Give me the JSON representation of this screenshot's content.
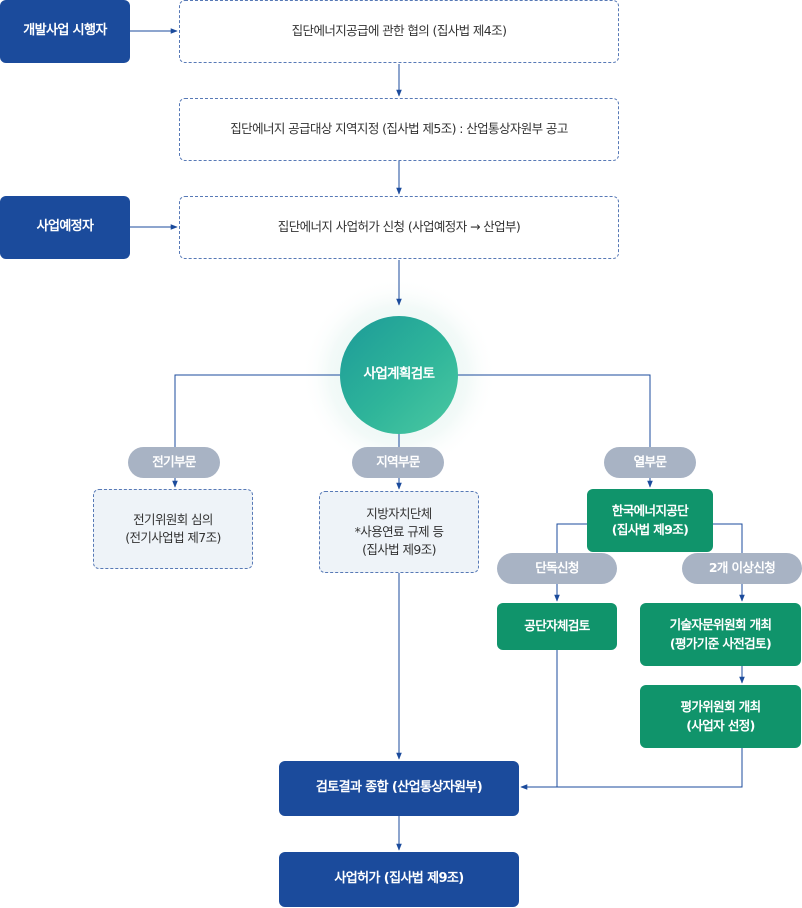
{
  "actors": {
    "developer": "개발사업 시행자",
    "applicant": "사업예정자"
  },
  "steps": {
    "consultation": "집단에너지공급에 관한 협의 (집사법 제4조)",
    "designation": "집단에너지 공급대상 지역지정 (집사법 제5조) : 산업통상자원부 공고",
    "application": "집단에너지 사업허가 신청 (사업예정자 → 산업부)",
    "review_center": "사업계획검토"
  },
  "branches": {
    "electric": {
      "label": "전기부문",
      "box_line1": "전기위원회 심의",
      "box_line2": "(전기사업법 제7조)"
    },
    "regional": {
      "label": "지역부문",
      "box_line1": "지방자치단체",
      "box_line2": "*사용연료 규제 등",
      "box_line3": "(집사법 제9조)"
    },
    "heat": {
      "label": "열부문",
      "box_line1": "한국에너지공단",
      "box_line2": "(집사법 제9조)",
      "single_label": "단독신청",
      "single_box": "공단자체검토",
      "multi_label": "2개 이상신청",
      "tech_line1": "기술자문위원회 개최",
      "tech_line2": "(평가기준 사전검토)",
      "eval_line1": "평가위원회 개최",
      "eval_line2": "(사업자 선정)"
    }
  },
  "final": {
    "summary": "검토결과 종합 (산업통상자원부)",
    "permit": "사업허가 (집사법 제9조)"
  },
  "colors": {
    "navy": "#1b4b9c",
    "green": "#10946b",
    "pill_gray": "#a8b3c4",
    "connector": "#1b4b9c",
    "dashed_border": "#5779b6"
  }
}
